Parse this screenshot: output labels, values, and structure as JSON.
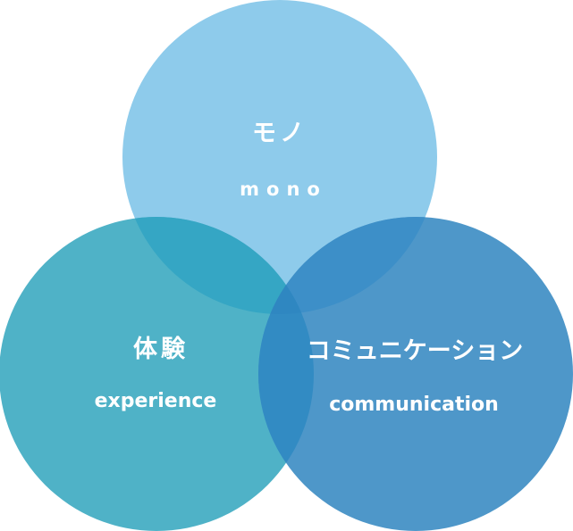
{
  "circles": {
    "mono": {
      "title": "モノ",
      "subtitle": "mono",
      "color": "#8ecbeb"
    },
    "experience": {
      "title": "体験",
      "subtitle": "experience",
      "color": "#4fb2c7"
    },
    "communication": {
      "title": "コミュニケーション",
      "subtitle": "communication",
      "color": "#4e97c9"
    }
  },
  "overlaps": {
    "mono_experience": "#35a6c4",
    "mono_communication": "#3d8fc8",
    "experience_communication": "#328bc3",
    "center": "#2f87c1"
  }
}
